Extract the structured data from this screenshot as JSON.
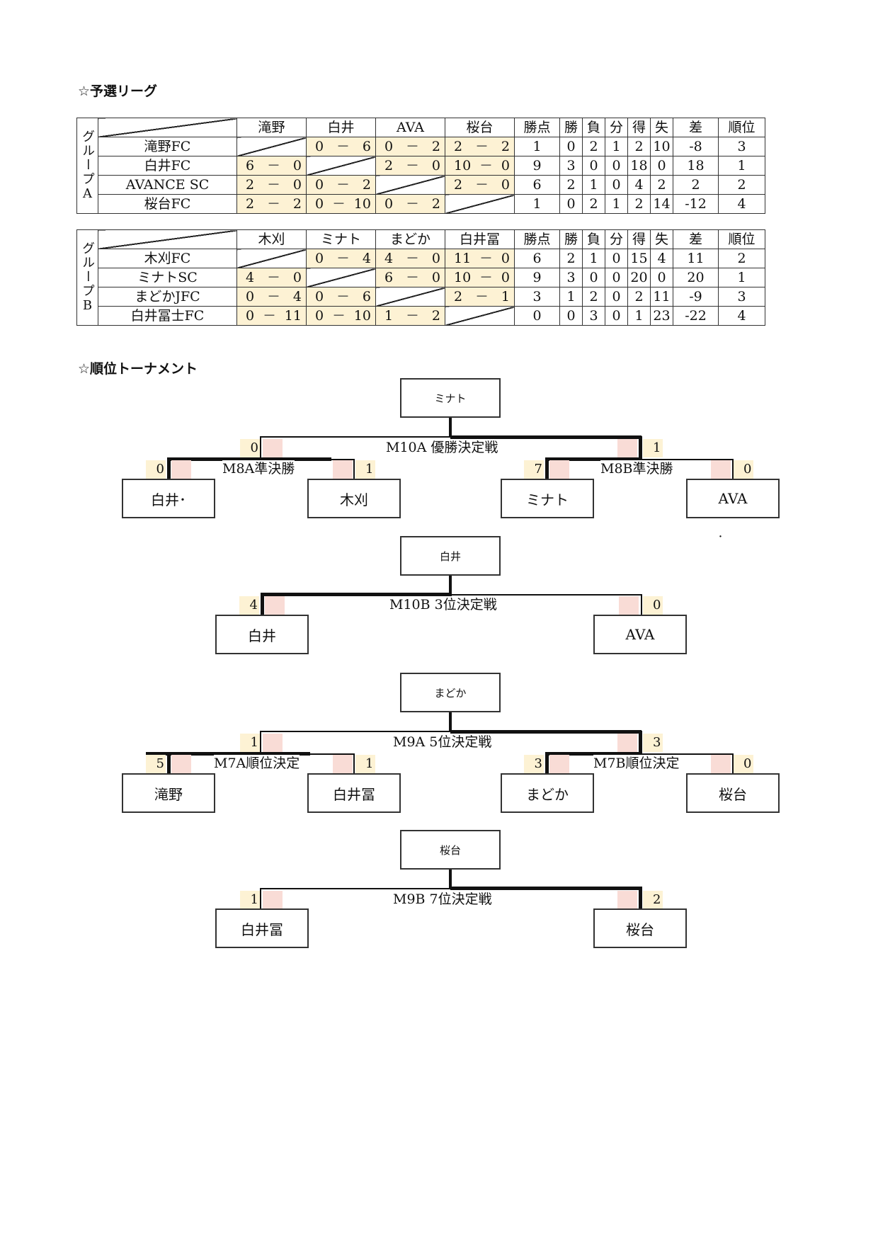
{
  "headings": {
    "league": "☆予選リーグ",
    "tournament": "☆順位トーナメント"
  },
  "table_header": [
    "勝点",
    "勝",
    "負",
    "分",
    "得",
    "失",
    "差",
    "順位"
  ],
  "group_a": {
    "label": "グループA",
    "columns": [
      "滝野",
      "白井",
      "AVA",
      "桜台"
    ],
    "rows": [
      {
        "team": "滝野FC",
        "scores": [
          null,
          [
            "0",
            "6"
          ],
          [
            "0",
            "2"
          ],
          [
            "2",
            "2"
          ]
        ],
        "stats": [
          "1",
          "0",
          "2",
          "1",
          "2",
          "10",
          "-8",
          "3"
        ]
      },
      {
        "team": "白井FC",
        "scores": [
          [
            "6",
            "0"
          ],
          null,
          [
            "2",
            "0"
          ],
          [
            "10",
            "0"
          ]
        ],
        "stats": [
          "9",
          "3",
          "0",
          "0",
          "18",
          "0",
          "18",
          "1"
        ]
      },
      {
        "team": "AVANCE SC",
        "scores": [
          [
            "2",
            "0"
          ],
          [
            "0",
            "2"
          ],
          null,
          [
            "2",
            "0"
          ]
        ],
        "stats": [
          "6",
          "2",
          "1",
          "0",
          "4",
          "2",
          "2",
          "2"
        ]
      },
      {
        "team": "桜台FC",
        "scores": [
          [
            "2",
            "2"
          ],
          [
            "0",
            "10"
          ],
          [
            "0",
            "2"
          ],
          null
        ],
        "stats": [
          "1",
          "0",
          "2",
          "1",
          "2",
          "14",
          "-12",
          "4"
        ]
      }
    ]
  },
  "group_b": {
    "label": "グループB",
    "columns": [
      "木刈",
      "ミナト",
      "まどか",
      "白井冨"
    ],
    "rows": [
      {
        "team": "木刈FC",
        "scores": [
          null,
          [
            "0",
            "4"
          ],
          [
            "4",
            "0"
          ],
          [
            "11",
            "0"
          ]
        ],
        "stats": [
          "6",
          "2",
          "1",
          "0",
          "15",
          "4",
          "11",
          "2"
        ]
      },
      {
        "team": "ミナトSC",
        "scores": [
          [
            "4",
            "0"
          ],
          null,
          [
            "6",
            "0"
          ],
          [
            "10",
            "0"
          ]
        ],
        "stats": [
          "9",
          "3",
          "0",
          "0",
          "20",
          "0",
          "20",
          "1"
        ]
      },
      {
        "team": "まどかJFC",
        "scores": [
          [
            "0",
            "4"
          ],
          [
            "0",
            "6"
          ],
          null,
          [
            "2",
            "1"
          ]
        ],
        "stats": [
          "3",
          "1",
          "2",
          "0",
          "2",
          "11",
          "-9",
          "3"
        ]
      },
      {
        "team": "白井冨士FC",
        "scores": [
          [
            "0",
            "11"
          ],
          [
            "0",
            "10"
          ],
          [
            "1",
            "2"
          ],
          null
        ],
        "stats": [
          "0",
          "0",
          "3",
          "0",
          "1",
          "23",
          "-22",
          "4"
        ]
      }
    ]
  },
  "score_separator": "－",
  "bracket1": {
    "winner": "ミナト",
    "final_label": "M10A 優勝決定戦",
    "final_left": "0",
    "final_right": "1",
    "semi_a_label": "M8A準決勝",
    "semi_a_left": "0",
    "semi_a_right": "1",
    "semi_b_label": "M8B準決勝",
    "semi_b_left": "7",
    "semi_b_right": "0",
    "teams": [
      "白井･",
      "木刈",
      "ミナト",
      "AVA"
    ]
  },
  "stray_dot": "･",
  "bracket2": {
    "winner": "白井",
    "label": "M10B 3位決定戦",
    "left": "4",
    "right": "0",
    "teams": [
      "白井",
      "AVA"
    ]
  },
  "bracket3": {
    "winner": "まどか",
    "final_label": "M9A 5位決定戦",
    "final_left": "1",
    "final_right": "3",
    "semi_a_label": "M7A順位決定",
    "semi_a_left": "5",
    "semi_a_right": "1",
    "semi_b_label": "M7B順位決定",
    "semi_b_left": "3",
    "semi_b_right": "0",
    "teams": [
      "滝野",
      "白井冨",
      "まどか",
      "桜台"
    ]
  },
  "bracket4": {
    "winner": "桜台",
    "label": "M9B 7位決定戦",
    "left": "1",
    "right": "2",
    "teams": [
      "白井冨",
      "桜台"
    ]
  }
}
